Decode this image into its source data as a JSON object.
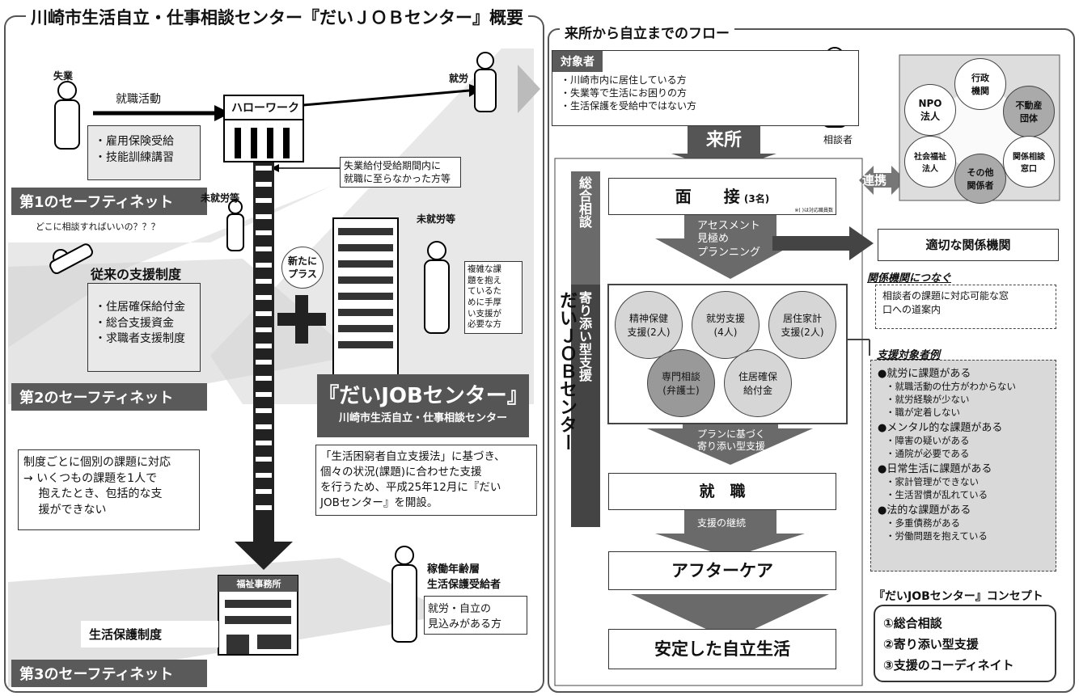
{
  "title": "川崎市生活自立・仕事相談センター『だいＪＯＢセンター』概要",
  "left": {
    "person_unemployed": "失業",
    "job_hunting": "就職活動",
    "hellowork": "ハローワーク",
    "employed": "就労",
    "insurance_items": [
      "・雇用保険受給",
      "・技能訓練講習"
    ],
    "not_found_note": "失業給付受給期間内に\n就職に至らなかった方等",
    "net1": "第1のセーフティネット",
    "not_employed_1": "未就労等",
    "where_to_consult": "どこに相談すればいいの？？？",
    "traditional": "従来の支援制度",
    "traditional_items": [
      "・住居確保給付金",
      "・総合支援資金",
      "・求職者支援制度"
    ],
    "net2": "第2のセーフティネット",
    "new_plus": "新たに\nプラス",
    "not_employed_2": "未就労等",
    "complex_note": "複雑な課\n題を抱え\nているた\nめに手厚\nい支援が\n必要な方",
    "center_name": "『だいJOBセンター』",
    "center_sub": "川崎市生活自立・仕事相談センター",
    "individual_issue": "制度ごとに個別の課題に対応",
    "individual_arrow": "→ いくつもの課題を1人で\n　 抱えたとき、包括的な支\n　 援ができない",
    "law_note": "「生活困窮者自立支援法」に基づき、\n個々の状況(課題)に合わせた支援\nを行うため、平成25年12月に『だい\nJOBセンター』を開設。",
    "welfare_office": "福祉事務所",
    "working_age": "稼働年齢層\n生活保護受給者",
    "self_reliance": "就労・自立の\n見込みがある方",
    "livelihood": "生活保護制度",
    "net3": "第3のセーフティネット"
  },
  "right": {
    "flow_title": "来所から自立までのフロー",
    "target_label": "対象者",
    "target_items": [
      "・川崎市内に居住している方",
      "・失業等で生活にお困りの方",
      "・生活保護を受給中ではない方"
    ],
    "consultant": "相談者",
    "visit": "来所",
    "daijob_vertical": "だいＪＯＢセンター",
    "general_consult": "総合相談",
    "close_support": "寄り添い型支援",
    "interview": "面　　接",
    "interview_count": "(3名)",
    "interview_note": "※( )は対応職員数",
    "assessment": "アセスメント\n見極め\nプランニング",
    "appropriate": "適切な関係機関",
    "cooperation": "連携",
    "partners": [
      "行政\n機関",
      "不動産\n団体",
      "関係相談\n窓口",
      "その他\n関係者",
      "社会福祉\n法人",
      "NPO\n法人"
    ],
    "connect_title": "関係機関につなぐ",
    "connect_text": "相談者の課題に対応可能な窓\n口への道案内",
    "circles": [
      "精神保健\n支援(2人)",
      "就労支援\n(4人)",
      "居住家計\n支援(2人)",
      "専門相談\n(弁護士)",
      "住居確保\n給付金"
    ],
    "plan_support": "プランに基づく\n寄り添い型支援",
    "employment": "就　職",
    "continue": "支援の継続",
    "aftercare": "アフターケア",
    "stable": "安定した自立生活",
    "examples_title": "支援対象者例",
    "examples": [
      {
        "head": "●就労に課題がある",
        "items": [
          "・就職活動の仕方がわからない",
          "・就労経験が少ない",
          "・職が定着しない"
        ]
      },
      {
        "head": "●メンタル的な課題がある",
        "items": [
          "・障害の疑いがある",
          "・通院が必要である"
        ]
      },
      {
        "head": "●日常生活に課題がある",
        "items": [
          "・家計管理ができない",
          "・生活習慣が乱れている"
        ]
      },
      {
        "head": "●法的な課題がある",
        "items": [
          "・多重債務がある",
          "・労働問題を抱えている"
        ]
      }
    ],
    "concept_title": "『だいJOBセンター』コンセプト",
    "concepts": [
      "①総合相談",
      "②寄り添い型支援",
      "③支援のコーディネイト"
    ]
  }
}
